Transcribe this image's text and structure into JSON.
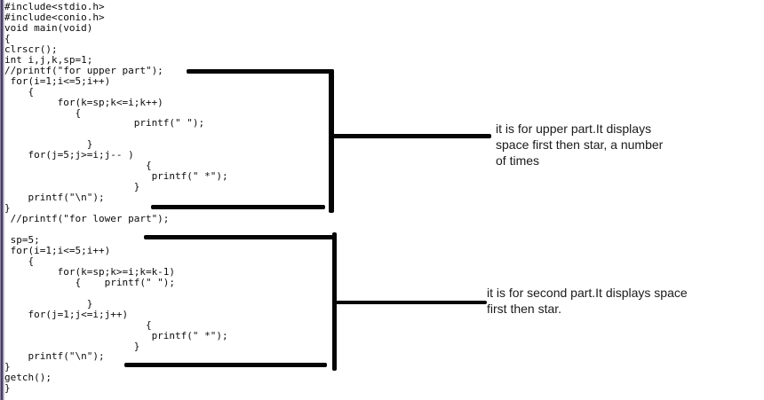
{
  "code": {
    "language": "C",
    "lines": [
      "#include<stdio.h>",
      "#include<conio.h>",
      "void main(void)",
      "{",
      "clrscr();",
      "int i,j,k,sp=1;",
      "//printf(\"for upper part\");",
      " for(i=1;i<=5;i++)",
      "    {",
      "         for(k=sp;k<=i;k++)",
      "            {",
      "                      printf(\" \");",
      "",
      "              }",
      "    for(j=5;j>=i;j-- )",
      "                        {",
      "                         printf(\" *\");",
      "                      }",
      "    printf(\"\\n\");",
      "}",
      " //printf(\"for lower part\");",
      "",
      " sp=5;",
      " for(i=1;i<=5;i++)",
      "    {",
      "         for(k=sp;k>=i;k=k-1)",
      "            {    printf(\" \");",
      "",
      "              }",
      "    for(j=1;j<=i;j++)",
      "                        {",
      "                         printf(\" *\");",
      "                      }",
      "    printf(\"\\n\");",
      "}",
      "getch();",
      "}"
    ]
  },
  "annotations": {
    "upper": {
      "lines": [
        "it is for upper part.It displays",
        "space first then star, a number",
        "of times"
      ]
    },
    "lower": {
      "lines": [
        "it is for second part.It displays space",
        "first then star."
      ]
    }
  },
  "colors": {
    "background": "#ffffff",
    "code_text": "#0b0b0b",
    "annotation_text": "#1a1a1a",
    "marker_lines": "#050505",
    "window_border": "#473d63"
  }
}
